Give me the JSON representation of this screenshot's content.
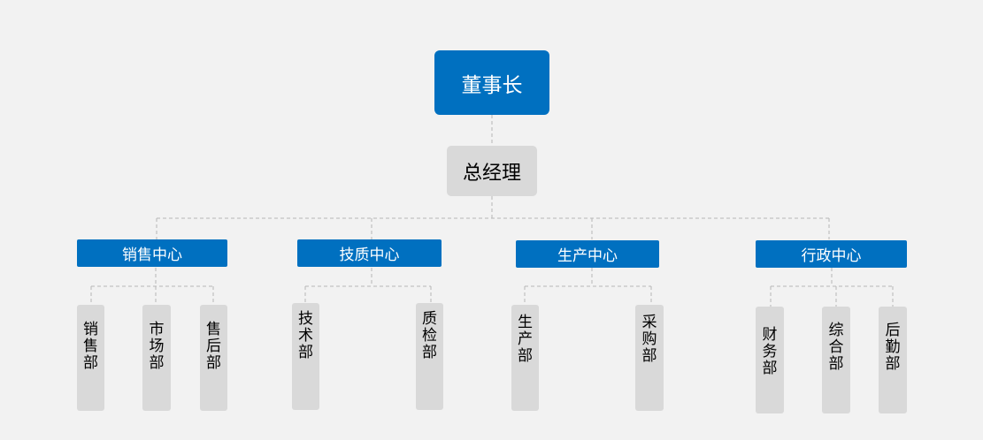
{
  "chairman": "董事长",
  "general_manager": "总经理",
  "centers": [
    {
      "name": "销售中心",
      "departments": [
        "销售部",
        "市场部",
        "售后部"
      ]
    },
    {
      "name": "技质中心",
      "departments": [
        "技术部",
        "质检部"
      ]
    },
    {
      "name": "生产中心",
      "departments": [
        "生产部",
        "采购部"
      ]
    },
    {
      "name": "行政中心",
      "departments": [
        "财务部",
        "综合部",
        "后勤部"
      ]
    }
  ],
  "colors": {
    "primary": "#0070c0",
    "secondary": "#d9d9d9",
    "background": "#f2f2f2",
    "connector": "#b7b7b7"
  }
}
